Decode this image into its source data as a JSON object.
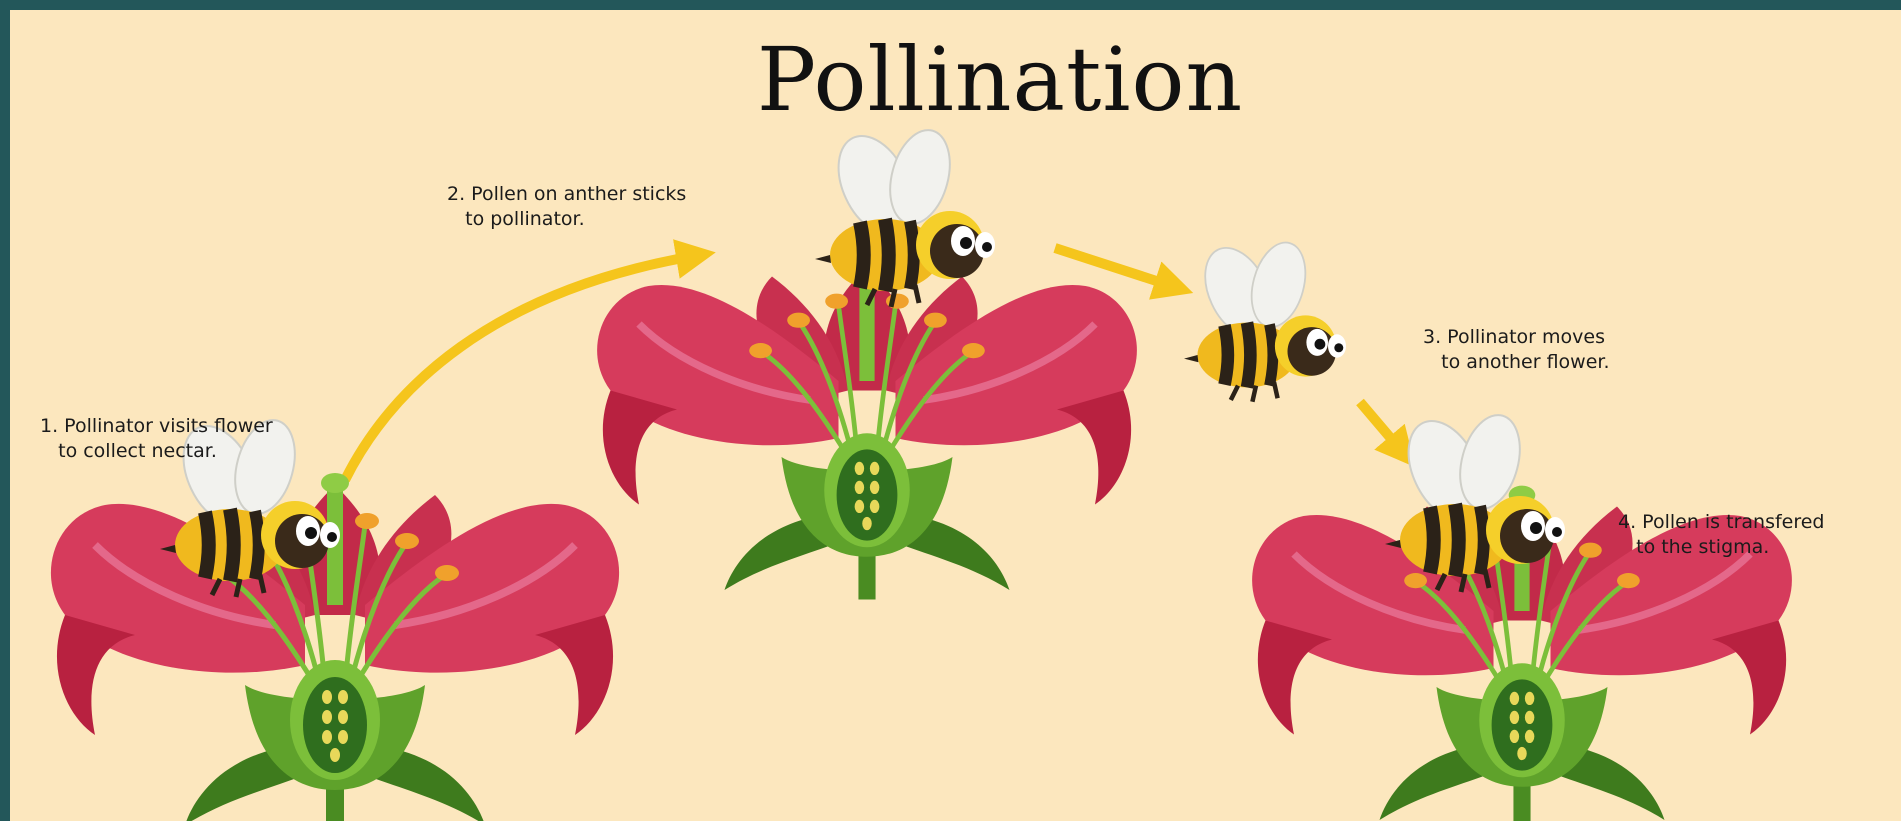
{
  "diagram": {
    "title": "Pollination",
    "steps": [
      {
        "label": "1. Pollinator visits flower\n   to collect nectar."
      },
      {
        "label": "2. Pollen on anther sticks\n   to pollinator."
      },
      {
        "label": "3. Pollinator moves\n   to another flower."
      },
      {
        "label": "4. Pollen is transfered\n   to the stigma."
      }
    ]
  },
  "colors": {
    "frame": "#23575a",
    "background": "#fce7be",
    "petal": "#d63b5c",
    "petal_highlight": "#e4688a",
    "stem": "#5fa22b",
    "anther": "#f0a12c",
    "arrow": "#f5c51c",
    "bee_stripe_yellow": "#f0b91e",
    "bee_stripe_dark": "#2b2218",
    "wing": "#f2f2ee"
  }
}
